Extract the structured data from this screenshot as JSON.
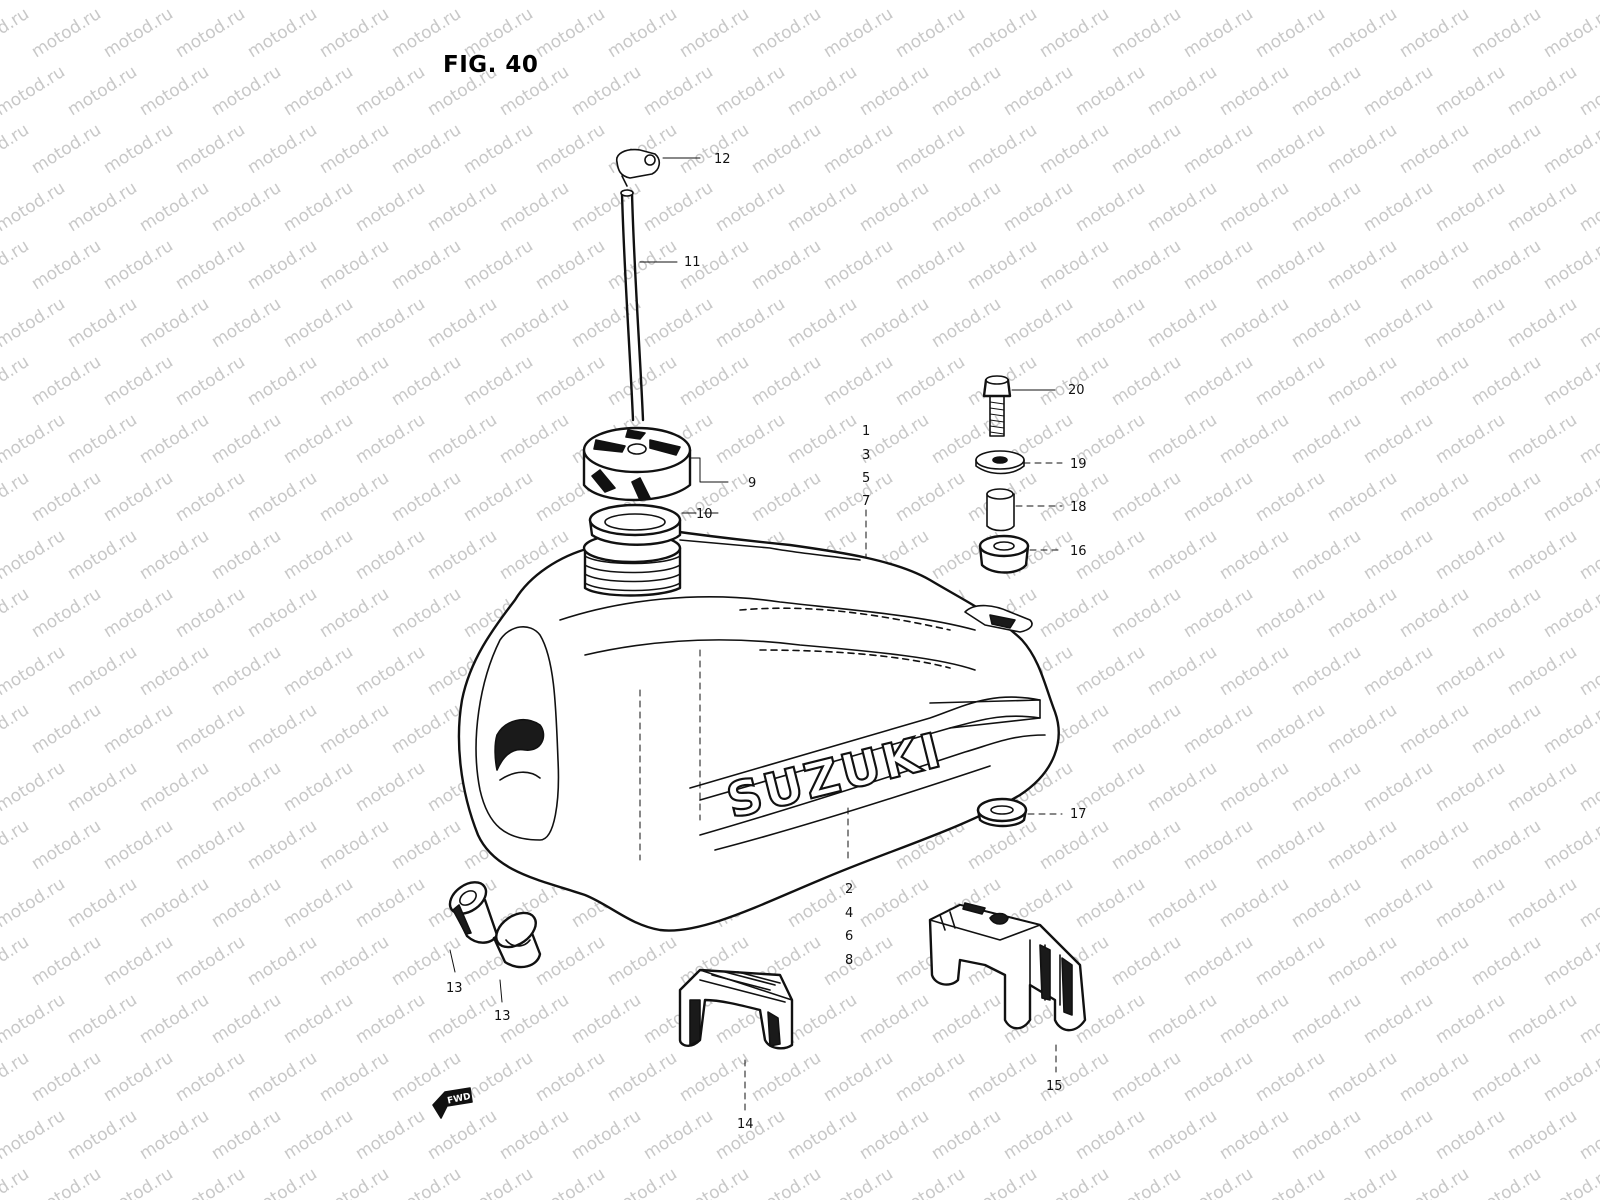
{
  "figure": {
    "title": "FIG. 40",
    "watermark": "motod.ru",
    "brand_mark": "SUZUKI",
    "front_marker": "FWD"
  },
  "callouts": {
    "c1": "1",
    "c3": "3",
    "c5": "5",
    "c7": "7",
    "c2": "2",
    "c4": "4",
    "c6": "6",
    "c8": "8",
    "c9": "9",
    "c10": "10",
    "c11": "11",
    "c12": "12",
    "c13a": "13",
    "c13b": "13",
    "c14": "14",
    "c15": "15",
    "c16": "16",
    "c17": "17",
    "c18": "18",
    "c19": "19",
    "c20": "20"
  }
}
